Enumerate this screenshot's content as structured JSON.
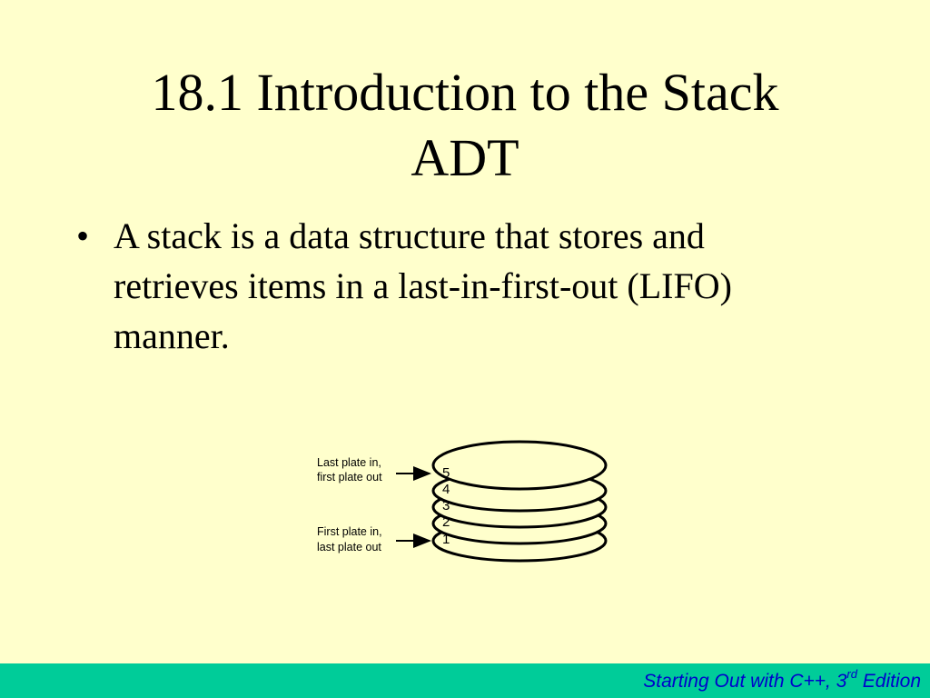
{
  "slide": {
    "title_line1": "18.1 Introduction to the Stack",
    "title_line2": "ADT",
    "bullets": [
      {
        "marker": "•",
        "lines": [
          "A stack is a data structure that stores and",
          "retrieves items in a last-in-first-out (LIFO)",
          "manner."
        ]
      }
    ]
  },
  "figure": {
    "top_label_line1": "Last plate in,",
    "top_label_line2": "first plate out",
    "bottom_label_line1": "First plate in,",
    "bottom_label_line2": "last plate out",
    "plate_numbers": [
      "5",
      "4",
      "3",
      "2",
      "1"
    ]
  },
  "footer": {
    "text_main": "Starting Out with C++, 3",
    "text_sup": "rd",
    "text_end": " Edition"
  },
  "colors": {
    "background": "#FFFFCC",
    "footer_bar": "#00CC99",
    "footer_text": "#0000CC"
  }
}
